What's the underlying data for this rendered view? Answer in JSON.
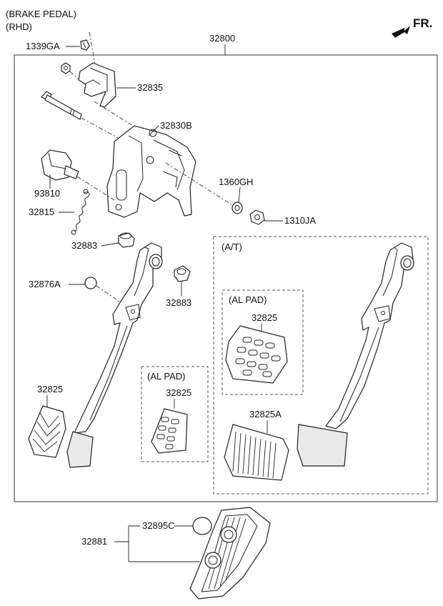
{
  "header": {
    "title_line1": "(BRAKE PEDAL)",
    "title_line2": "(RHD)",
    "fr_label": "FR."
  },
  "assembly": {
    "number": "32800"
  },
  "parts": {
    "p1339GA": "1339GA",
    "p32835": "32835",
    "p32830B": "32830B",
    "p93810": "93810",
    "p32815": "32815",
    "p1360GH": "1360GH",
    "p1310JA": "1310JA",
    "p32883_top": "32883",
    "p32883_right": "32883",
    "p32876A": "32876A",
    "p32825_main": "32825",
    "p32825_alpad_left": "32825",
    "p32825_alpad_right": "32825",
    "p32825A": "32825A",
    "p32895C": "32895C",
    "p32881": "32881"
  },
  "groups": {
    "at": "(A/T)",
    "alpad_left": "(AL PAD)",
    "alpad_right": "(AL PAD)"
  }
}
